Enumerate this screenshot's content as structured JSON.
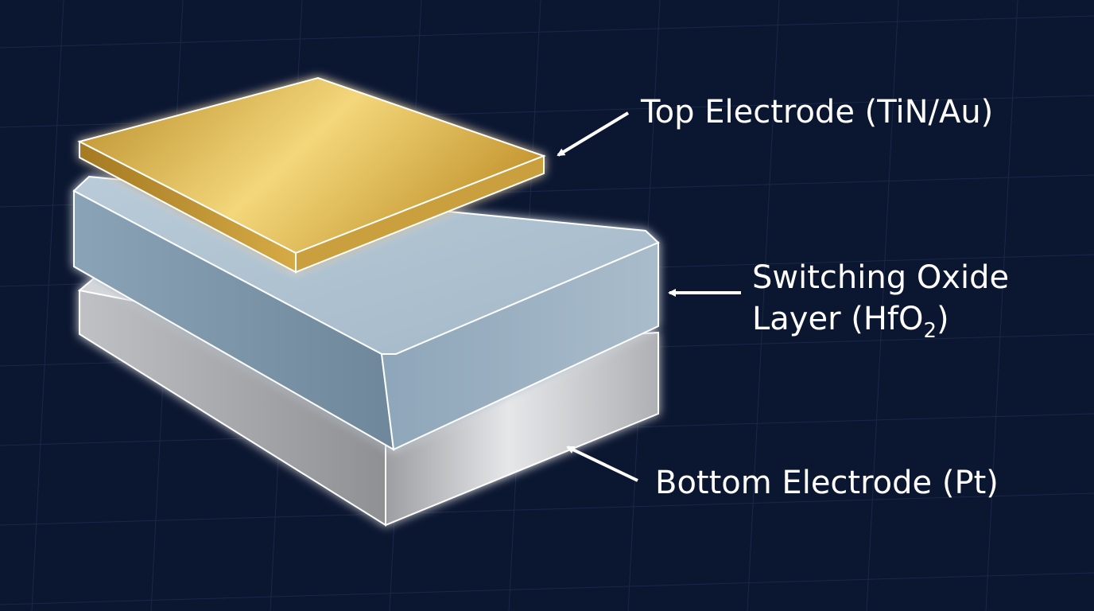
{
  "labels": {
    "top_electrode": "Top Electrode (TiN/Au)",
    "oxide_line1": "Switching Oxide",
    "oxide_line2_prefix": "Layer (HfO",
    "oxide_line2_subscript": "2",
    "oxide_line2_suffix": ")",
    "bottom_electrode": "Bottom Electrode (Pt)"
  },
  "colors": {
    "background": "#0b1630",
    "grid": "#1a2848",
    "gold": "#e8c45a",
    "oxide": "#9fb6c8",
    "platinum": "#c4c6c9",
    "glow": "#ffffff"
  }
}
